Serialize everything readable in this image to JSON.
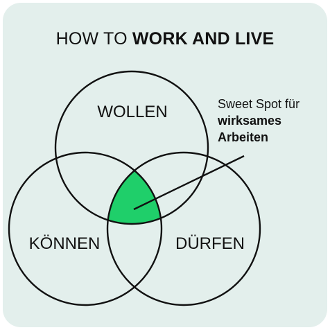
{
  "title": {
    "prefix": "HOW TO",
    "emphasis": "WORK AND LIVE"
  },
  "circles": {
    "wollen": "WOLLEN",
    "koennen": "KÖNNEN",
    "duerfen": "DÜRFEN"
  },
  "annotation": {
    "line1": "Sweet Spot für",
    "line2": "wirksames",
    "line3": "Arbeiten"
  },
  "colors": {
    "background": "#e3efec",
    "outline": "#111111",
    "sweet_spot_fill": "#1fcf6a"
  }
}
